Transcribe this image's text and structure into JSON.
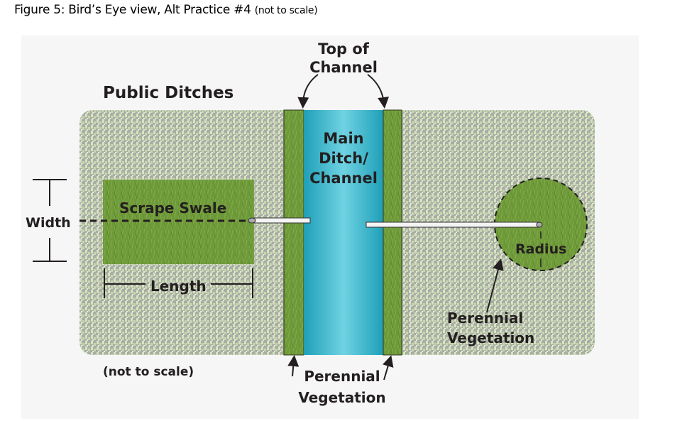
{
  "caption": {
    "main": "Figure 5: Bird’s Eye view, Alt Practice #4",
    "note": "(not to scale)"
  },
  "labels": {
    "top_of_channel_1": "Top of",
    "top_of_channel_2": "Channel",
    "public_ditches": "Public Ditches",
    "main_ditch_1": "Main",
    "main_ditch_2": "Ditch/",
    "main_ditch_3": "Channel",
    "scrape_swale": "Scrape Swale",
    "width": "Width",
    "length": "Length",
    "radius": "Radius",
    "perennial_right_1": "Perennial",
    "perennial_right_2": "Vegetation",
    "perennial_bottom_1": "Perennial",
    "perennial_bottom_2": "Vegetation",
    "not_to_scale": "(not to scale)"
  },
  "colors": {
    "field": "#b4b8ae",
    "grass": "#6f9a3a",
    "channel": "#3fb9cf",
    "text": "#231f20"
  }
}
